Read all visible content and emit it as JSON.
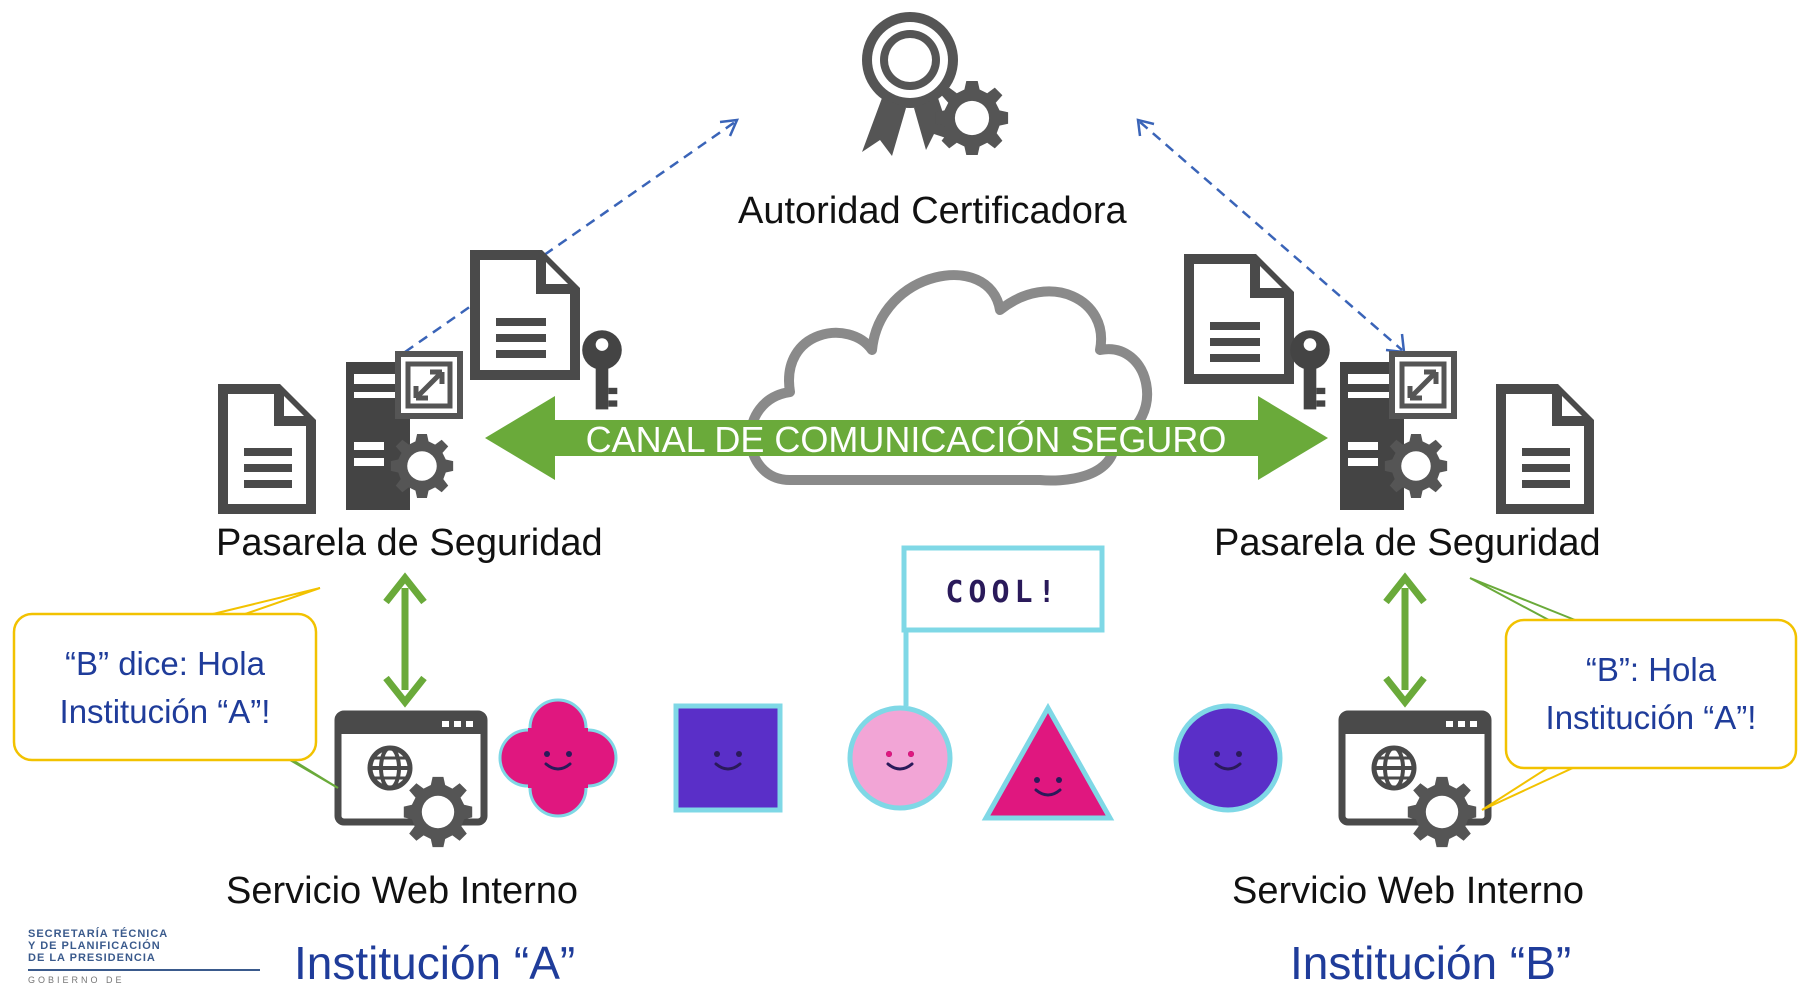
{
  "authority": {
    "label": "Autoridad Certificadora"
  },
  "channel": {
    "label": "CANAL DE COMUNICACIÓN SEGURO"
  },
  "gateway_a": {
    "label": "Pasarela de Seguridad"
  },
  "gateway_b": {
    "label": "Pasarela de Seguridad"
  },
  "service_a": {
    "label": "Servicio Web Interno"
  },
  "service_b": {
    "label": "Servicio Web Interno"
  },
  "institution_a": {
    "label": "Institución “A”"
  },
  "institution_b": {
    "label": "Institución “B”"
  },
  "bubble_a": {
    "line1": "“B” dice: Hola",
    "line2": "Institución “A”!"
  },
  "bubble_b": {
    "line1": "“B”: Hola",
    "line2": "Institución “A”!"
  },
  "sticker": {
    "label": "COOL!"
  },
  "logo": {
    "line1": "SECRETARÍA TÉCNICA",
    "line2": "Y DE PLANIFICACIÓN",
    "line3": "DE LA PRESIDENCIA",
    "line4": "GOBIERNO DE"
  },
  "colors": {
    "arrow_green": "#6aaa3a",
    "dash_blue": "#3a64b8",
    "icon_gray": "#555555",
    "text_blue": "#1f3c9a",
    "bubble_border": "#f2c200",
    "magenta": "#e0177f",
    "purple": "#5a2fc8",
    "pink": "#f2a5d6"
  },
  "icons": [
    "certificate-gear-icon",
    "document-key-icon",
    "server-gear-icon",
    "document-icon",
    "cloud-icon",
    "web-service-icon",
    "flower-smiley-icon",
    "square-smiley-icon",
    "circle-smiley-icon",
    "triangle-smiley-icon",
    "purple-circle-smiley-icon",
    "flag-icon"
  ]
}
